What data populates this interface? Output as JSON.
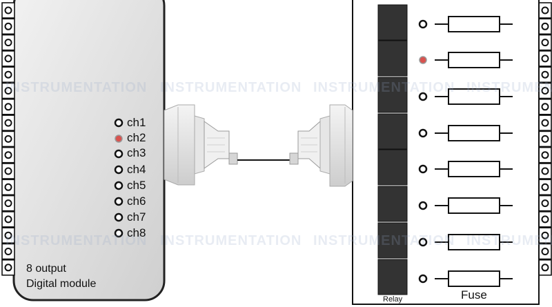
{
  "module": {
    "line1": "8 output",
    "line2": "Digital module",
    "channels": [
      {
        "label": "ch1",
        "active": false
      },
      {
        "label": "ch2",
        "active": true
      },
      {
        "label": "ch3",
        "active": false
      },
      {
        "label": "ch4",
        "active": false
      },
      {
        "label": "ch5",
        "active": false
      },
      {
        "label": "ch6",
        "active": false
      },
      {
        "label": "ch7",
        "active": false
      },
      {
        "label": "ch8",
        "active": false
      }
    ]
  },
  "relay_board": {
    "relay_label": "Relay",
    "fuse_label": "Fuse",
    "outputs_active": [
      false,
      true,
      false,
      false,
      false,
      false,
      false,
      false
    ]
  },
  "watermark": {
    "text": "INSTRUMENTATION"
  },
  "colors": {
    "active_led": "#d9534f",
    "relay_block": "#333333",
    "module_fill": "#dcdcdc"
  }
}
